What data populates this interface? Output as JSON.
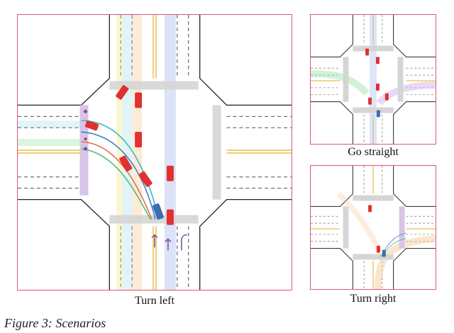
{
  "panels": [
    {
      "id": "main",
      "caption": "Turn left"
    },
    {
      "id": "top-right",
      "caption": "Go straight"
    },
    {
      "id": "bottom-right",
      "caption": "Turn right"
    }
  ],
  "figure_caption": "Figure 3: Scenarios"
}
